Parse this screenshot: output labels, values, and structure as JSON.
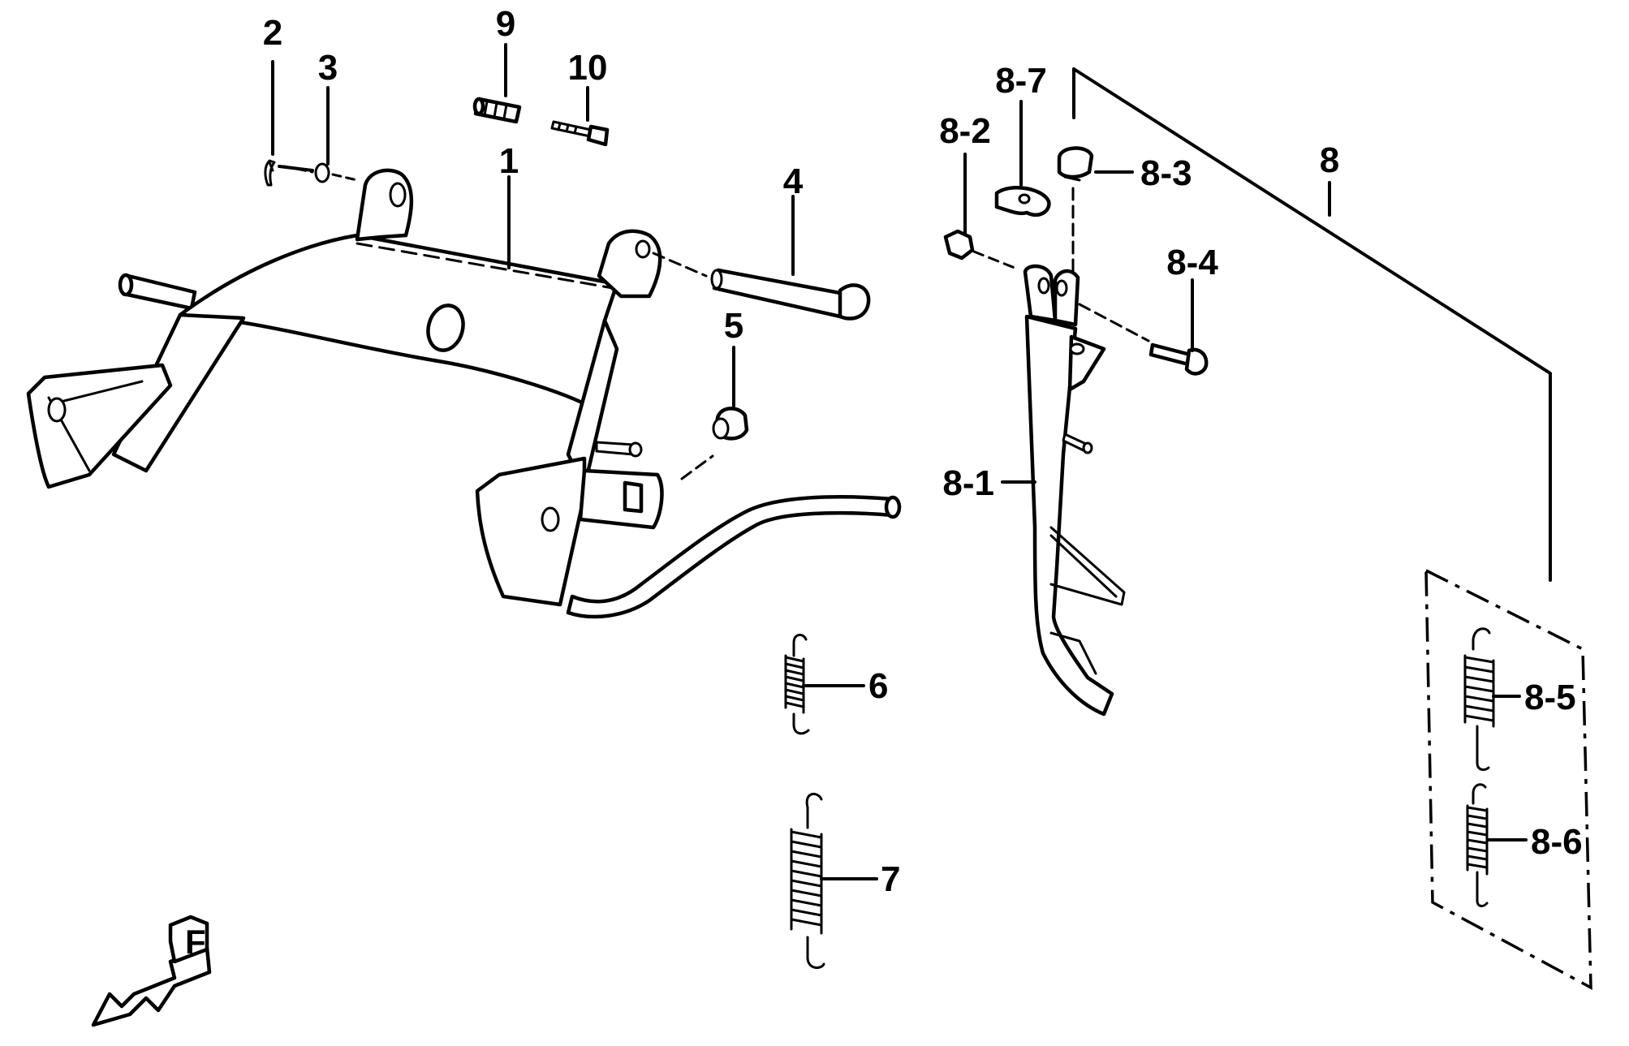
{
  "callouts": {
    "c1": "1",
    "c2": "2",
    "c3": "3",
    "c4": "4",
    "c5": "5",
    "c6": "6",
    "c7": "7",
    "c8": "8",
    "c9": "9",
    "c10": "10",
    "c8_1": "8-1",
    "c8_2": "8-2",
    "c8_3": "8-3",
    "c8_4": "8-4",
    "c8_5": "8-5",
    "c8_6": "8-6",
    "c8_7": "8-7"
  },
  "front_marker": "F"
}
